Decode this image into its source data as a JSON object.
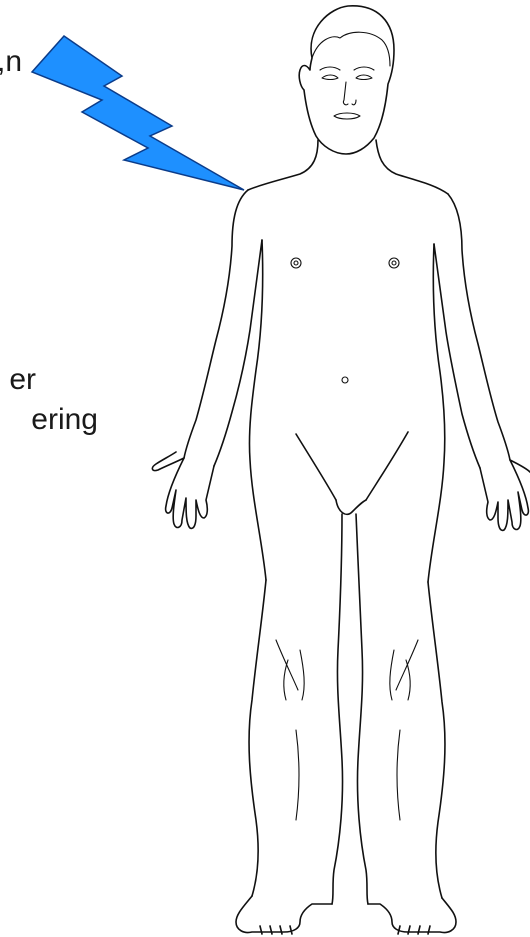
{
  "texts": {
    "top_fragment": "n,",
    "middle_fragment_line1": "er",
    "middle_fragment_line2": "ering"
  },
  "colors": {
    "bolt_fill": "#1E90FF",
    "bolt_stroke": "#0B3C8A",
    "line": "#111111",
    "background": "#FFFFFF"
  },
  "icons": {
    "bolt": "lightning-bolt-icon",
    "figure": "human-body-outline"
  }
}
